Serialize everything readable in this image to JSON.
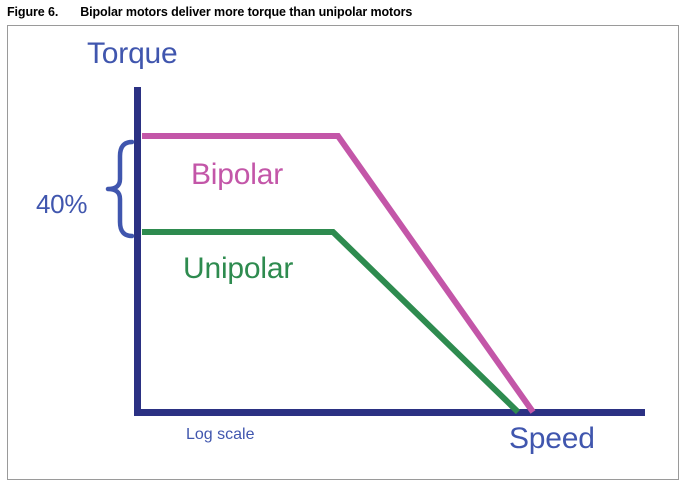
{
  "caption": {
    "figure_label": "Figure 6.",
    "title": "Bipolar motors deliver more torque than unipolar motors"
  },
  "colors": {
    "axis": "#2B3183",
    "label_blue": "#4056AE",
    "bipolar": "#C356A8",
    "unipolar": "#2E8B4F",
    "frame": "#9A9A9A",
    "background": "#FFFFFF"
  },
  "chart_data": {
    "type": "line",
    "title": "Bipolar motors deliver more torque than unipolar motors",
    "xlabel": "Speed",
    "ylabel": "Torque",
    "x_axis_note": "Log scale",
    "grid": false,
    "legend": "inline-labels",
    "axes_unlabeled": true,
    "annotations": [
      {
        "text": "40%",
        "type": "brace",
        "description": "Brace spanning the torque gap between the unipolar and bipolar plateaus",
        "from_series": "Unipolar",
        "to_series": "Bipolar",
        "value_percent": 40
      }
    ],
    "series": [
      {
        "name": "Bipolar",
        "color": "#C356A8",
        "label_position": "above-curve-left",
        "points": [
          {
            "x": 0.0,
            "y": 1.4
          },
          {
            "x": 0.39,
            "y": 1.4
          },
          {
            "x": 0.78,
            "y": 0.0
          }
        ]
      },
      {
        "name": "Unipolar",
        "color": "#2E8B4F",
        "label_position": "below-curve-left",
        "points": [
          {
            "x": 0.0,
            "y": 1.0
          },
          {
            "x": 0.38,
            "y": 1.0
          },
          {
            "x": 0.75,
            "y": 0.0
          }
        ]
      }
    ],
    "xlim": [
      0,
      1
    ],
    "ylim": [
      0,
      1.75
    ]
  },
  "labels": {
    "torque": "Torque",
    "speed": "Speed",
    "log_scale": "Log scale",
    "bipolar": "Bipolar",
    "unipolar": "Unipolar",
    "percent": "40%"
  }
}
